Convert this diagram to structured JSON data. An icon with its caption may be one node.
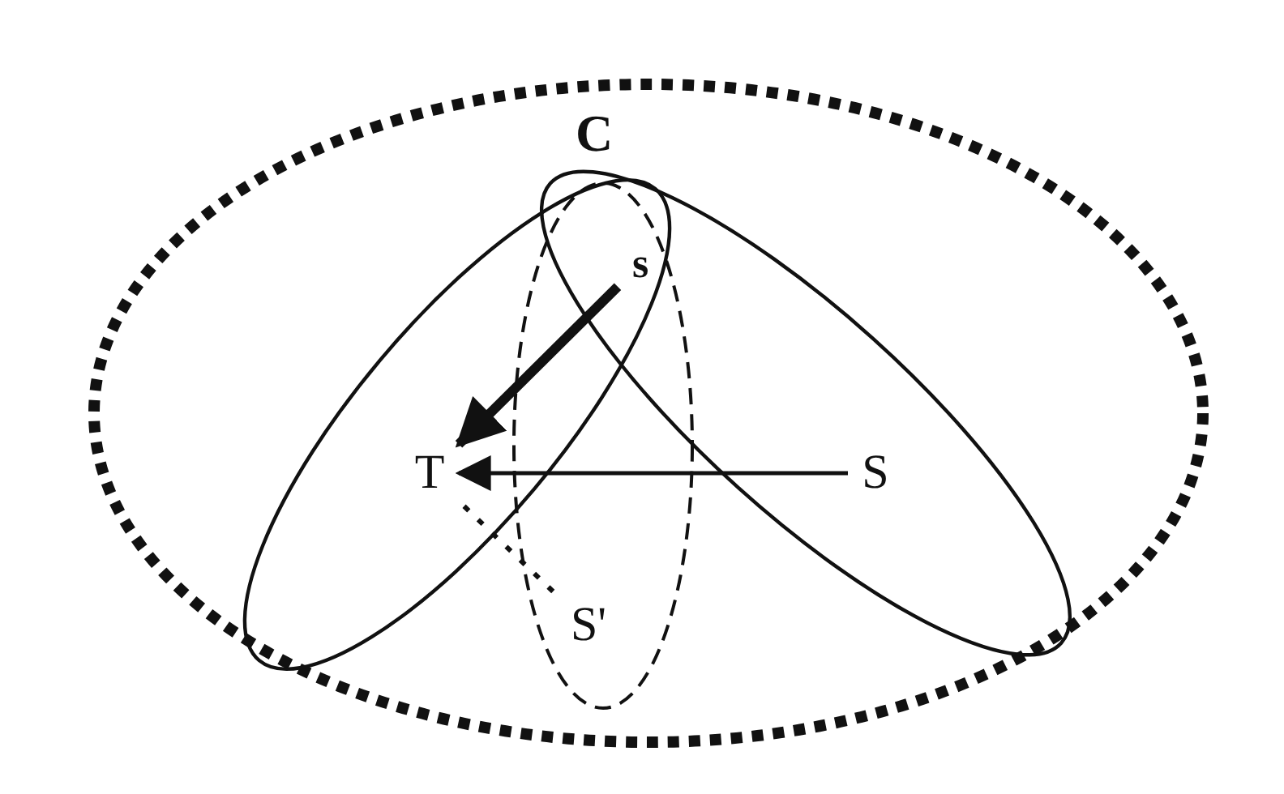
{
  "diagram": {
    "nodes": [
      {
        "text": [
          "s"
        ]
      },
      {
        "text": [
          "T"
        ]
      },
      {
        "text": [
          "S"
        ]
      },
      {
        "text": [
          "S'"
        ]
      }
    ],
    "edges": [
      {
        "from": 0,
        "to": 1,
        "arrow": "to",
        "style": "thick"
      },
      {
        "from": 2,
        "to": 1,
        "arrow": "to"
      },
      {
        "from": 3,
        "to": 1,
        "arrow": "none",
        "style": "dashed"
      }
    ],
    "labels": [
      "C"
    ]
  }
}
